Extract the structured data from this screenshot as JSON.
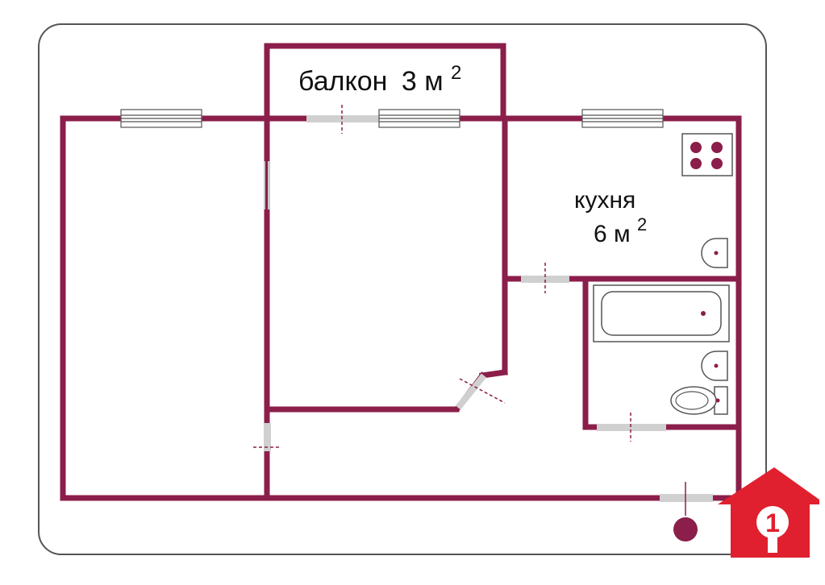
{
  "colors": {
    "wall": "#8b1e4a",
    "opening": "#d0d0d0",
    "frame": "#555555",
    "logo": "#e0202e",
    "marker": "#8b1e4a"
  },
  "rooms": {
    "balcony": {
      "name": "балкон",
      "area": "3 м",
      "sup": "2"
    },
    "kitchen": {
      "name": "кухня",
      "area": "6 м",
      "sup": "2"
    }
  },
  "logo": {
    "icon": "house-key-icon",
    "text": "1"
  }
}
